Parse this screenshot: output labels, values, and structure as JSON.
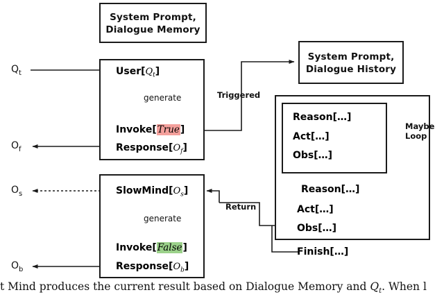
{
  "figure": {
    "type": "flow-diagram",
    "title": "Fast Mind / Slow Mind dual-process agent flow"
  },
  "boxes": {
    "fast_memory": {
      "line1": "System Prompt,",
      "line2": "Dialogue Memory"
    },
    "slow_memory": {
      "line1": "System Prompt,",
      "line2": "Dialogue History"
    },
    "fast_mind": {
      "user": "User[",
      "user_var": "Q",
      "user_sub": "t",
      "user_close": "]",
      "generate": "generate",
      "invoke": "Invoke[",
      "invoke_value": "True",
      "invoke_close": "]",
      "response": "Response[",
      "response_var": "O",
      "response_sub": "f",
      "response_close": "]"
    },
    "slow_mind": {
      "slowmind": "SlowMind[",
      "slowmind_var": "O",
      "slowmind_sub": "s",
      "slowmind_close": "]",
      "generate": "generate",
      "invoke": "Invoke[",
      "invoke_value": "False",
      "invoke_close": "]",
      "response": "Response[",
      "response_var": "O",
      "response_sub": "b",
      "response_close": "]"
    },
    "react_inner": {
      "reason": "Reason[…]",
      "act": "Act[…]",
      "obs": "Obs[…]"
    },
    "react_outer": {
      "reason": "Reason[…]",
      "act": "Act[…]",
      "obs": "Obs[…]"
    },
    "finish": "Finish[…]"
  },
  "edge_labels": {
    "triggered": "Triggered",
    "return": "Return",
    "maybe_loop_line1": "Maybe",
    "maybe_loop_line2": "Loop"
  },
  "io_labels": {
    "input_q": "Q",
    "input_q_sub": "t",
    "output_f": "O",
    "output_f_sub": "f",
    "output_s": "O",
    "output_s_sub": "s",
    "output_b": "O",
    "output_b_sub": "b"
  },
  "caption": {
    "text": "st Mind produces the current result based on Dialogue Memory and ",
    "italic_var": "Q",
    "italic_sub": "t",
    "tail": ".  When l"
  },
  "colors": {
    "stroke": "#1a1a1a",
    "true_highlight": "#f4a09c",
    "false_highlight": "#9bd18a",
    "background": "#ffffff",
    "text": "#111111"
  }
}
